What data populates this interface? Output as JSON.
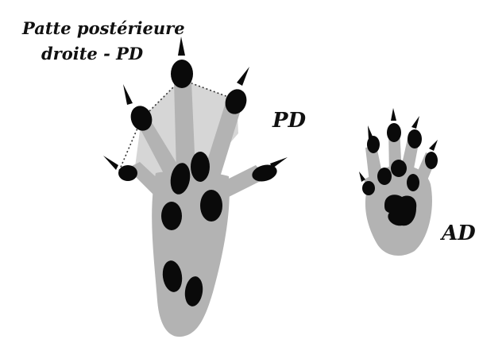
{
  "diagram": {
    "title_line1": "Patte postérieure",
    "title_line2": "droite - PD",
    "label_hind": "PD",
    "label_fore": "AD"
  },
  "colors": {
    "background": "#ffffff",
    "foot_gray": "#b3b3b3",
    "web_gray": "#d6d6d6",
    "pad_black": "#0a0a0a",
    "dotted_outline": "#333333"
  }
}
